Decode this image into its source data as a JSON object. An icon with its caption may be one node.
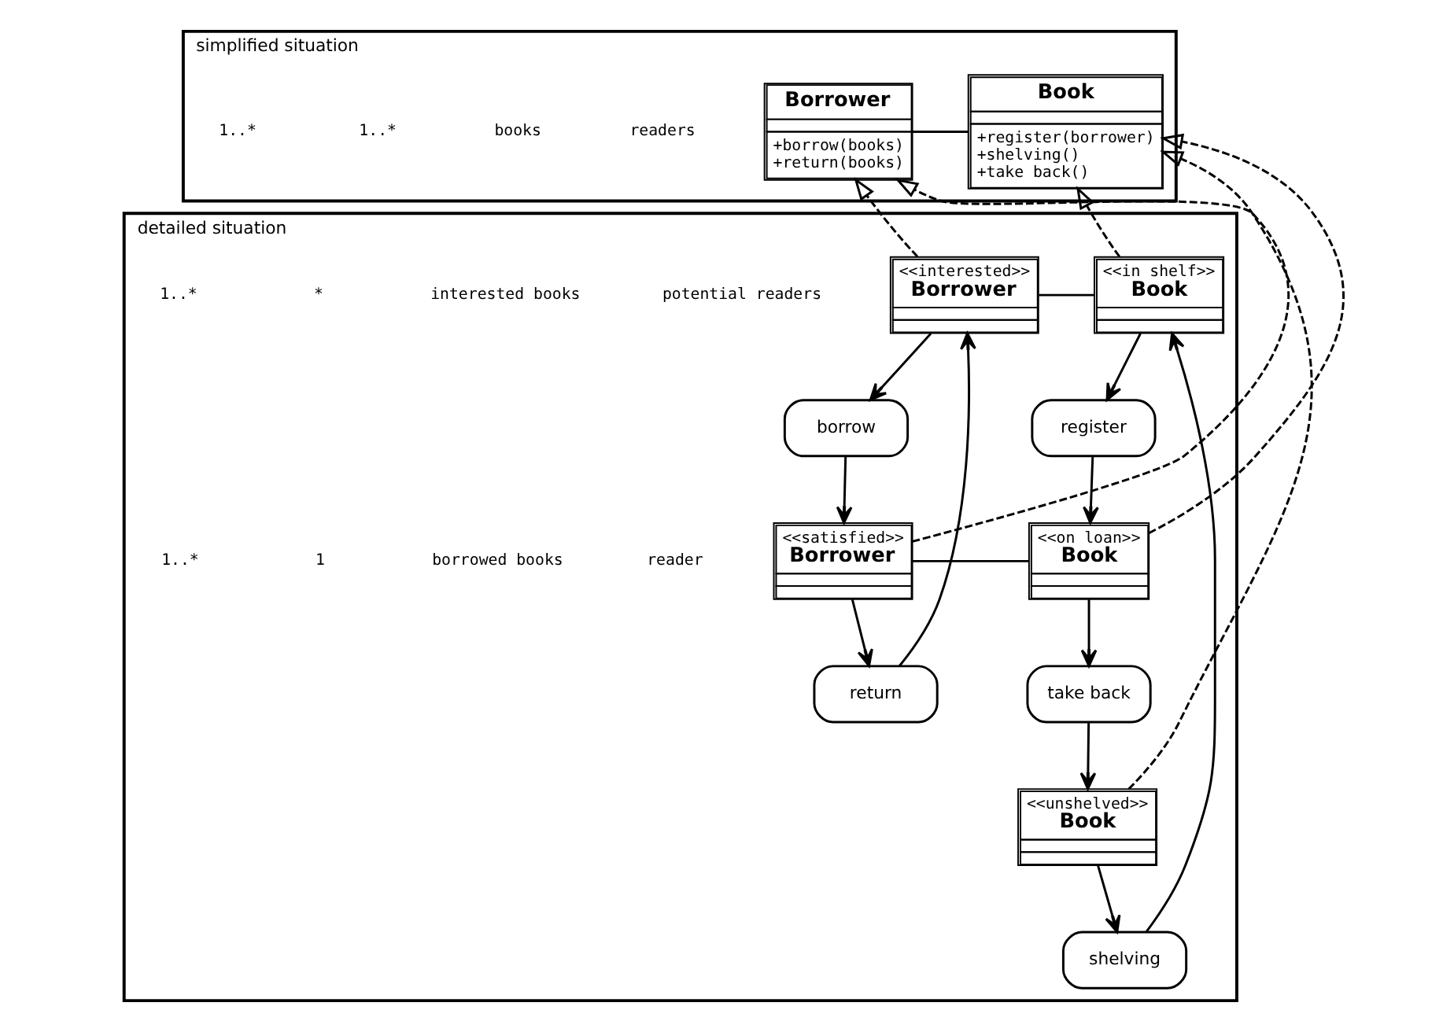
{
  "diagram": {
    "nodes": [
      {
        "text": [
          "simplified situation"
        ]
      },
      {
        "text": [
          "Borrower",
          "+borrow(books)",
          "+return(books)"
        ],
        "in": 0
      },
      {
        "text": [
          "Book",
          "+register(borrower)",
          "+shelving()",
          "+take back()"
        ],
        "in": 0
      },
      {
        "text": [
          "detailed situation"
        ]
      },
      {
        "text": [
          "<<interested>>",
          "Borrower"
        ],
        "in": 3
      },
      {
        "text": [
          "<<in shelf>>",
          "Book"
        ],
        "in": 3
      },
      {
        "text": [
          "shelving"
        ],
        "in": 3
      },
      {
        "text": [
          "borrow"
        ],
        "in": 3
      },
      {
        "text": [
          "register"
        ],
        "in": 3
      },
      {
        "text": [
          "<<unshelved>>",
          "Book"
        ],
        "in": 3
      },
      {
        "text": [
          "return"
        ],
        "in": 3
      },
      {
        "text": [
          "take back"
        ],
        "in": 3
      },
      {
        "text": [
          "<<satisfied>>",
          "Borrower"
        ],
        "in": 3
      },
      {
        "text": [
          "<<on loan>>",
          "Book"
        ],
        "in": 3
      }
    ],
    "edges": [
      {
        "from": 1,
        "to": 2,
        "arrow": "none"
      },
      {
        "from": 4,
        "to": 1,
        "arrow": "to",
        "style": "dashed"
      },
      {
        "from": 12,
        "to": 1,
        "arrow": "to",
        "style": "dashed"
      },
      {
        "from": 5,
        "to": 2,
        "arrow": "to",
        "style": "dashed"
      },
      {
        "from": 13,
        "to": 2,
        "arrow": "to",
        "style": "dashed"
      },
      {
        "from": 9,
        "to": 2,
        "arrow": "to",
        "style": "dashed"
      },
      {
        "from": 4,
        "to": 5,
        "arrow": "none"
      },
      {
        "from": 12,
        "to": 13,
        "arrow": "none"
      },
      {
        "from": 4,
        "to": 7,
        "arrow": "to"
      },
      {
        "from": 7,
        "to": 12,
        "arrow": "to"
      },
      {
        "from": 12,
        "to": 10,
        "arrow": "to"
      },
      {
        "from": 10,
        "to": 4,
        "arrow": "to"
      },
      {
        "from": 5,
        "to": 8,
        "arrow": "to"
      },
      {
        "from": 8,
        "to": 13,
        "arrow": "to"
      },
      {
        "from": 13,
        "to": 11,
        "arrow": "to"
      },
      {
        "from": 11,
        "to": 9,
        "arrow": "to"
      },
      {
        "from": 9,
        "to": 6,
        "arrow": "to"
      },
      {
        "from": 6,
        "to": 5,
        "arrow": "to"
      }
    ],
    "labels": [
      "readers",
      "books",
      "1..*",
      "1..*",
      "potential readers",
      "interested books",
      "*",
      "1..*",
      "reader",
      "borrowed books",
      "1",
      "1..*"
    ]
  }
}
